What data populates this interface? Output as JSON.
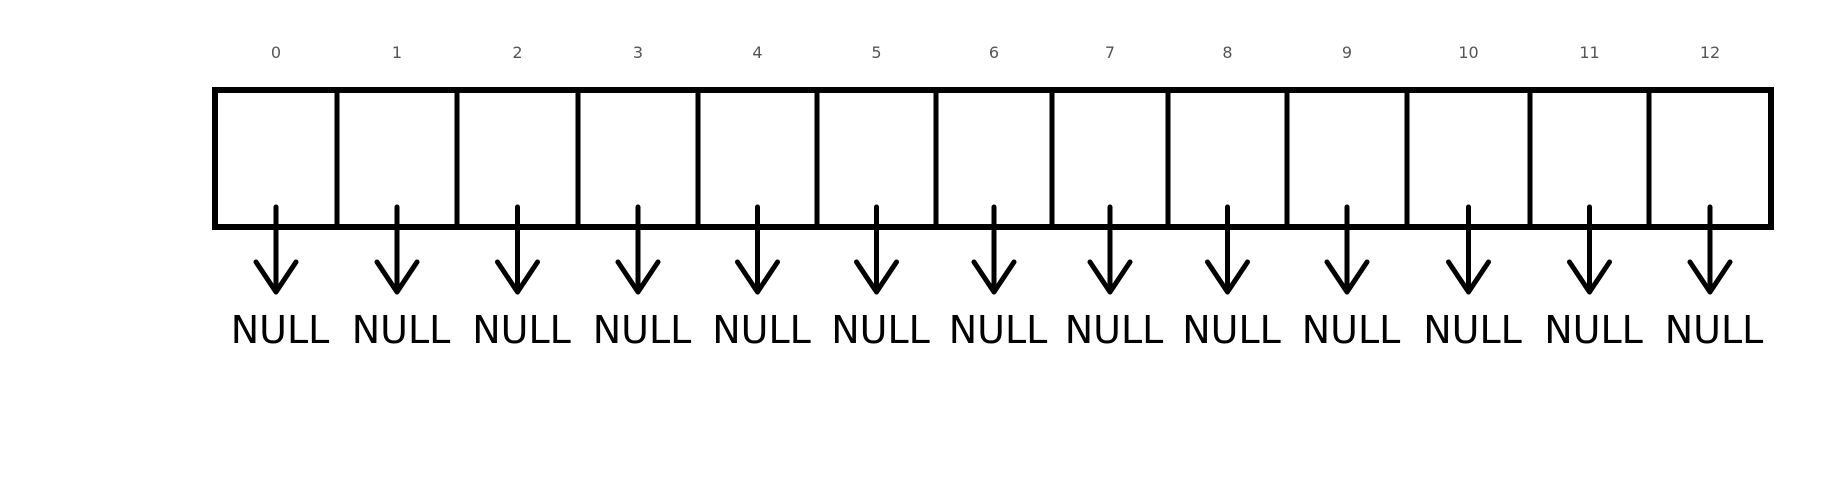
{
  "array": {
    "indices": [
      "0",
      "1",
      "2",
      "3",
      "4",
      "5",
      "6",
      "7",
      "8",
      "9",
      "10",
      "11",
      "12"
    ],
    "pointer_targets": [
      "NULL",
      "NULL",
      "NULL",
      "NULL",
      "NULL",
      "NULL",
      "NULL",
      "NULL",
      "NULL",
      "NULL",
      "NULL",
      "NULL",
      "NULL"
    ]
  },
  "colors": {
    "stroke": "#000000",
    "index_text": "#555555",
    "background": "#ffffff"
  }
}
